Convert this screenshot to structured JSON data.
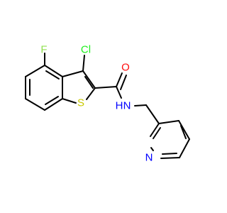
{
  "structure": {
    "atoms": {
      "fluorine": {
        "symbol": "F",
        "color": "#90E050"
      },
      "chlorine": {
        "symbol": "Cl",
        "color": "#1FF01F"
      },
      "oxygen": {
        "symbol": "O",
        "color": "#FF0D0D"
      },
      "sulfur": {
        "symbol": "S",
        "color": "#C8C800"
      },
      "amide_nitrogen": {
        "symbol": "N",
        "h_symbol": "H",
        "color": "#0000FF"
      },
      "pyridine_nitrogen": {
        "symbol": "N",
        "color": "#0000FF"
      }
    },
    "bond_color": "#000000"
  }
}
